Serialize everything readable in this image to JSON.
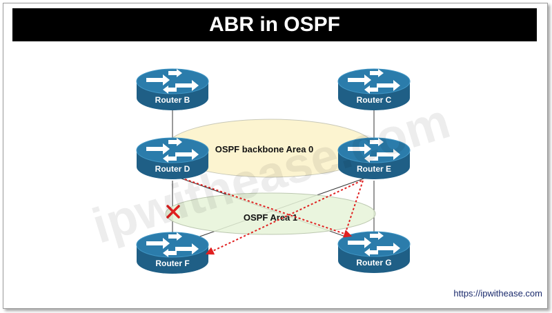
{
  "page": {
    "title": "ABR in OSPF",
    "url": "https://ipwithease.com"
  },
  "watermark": "ipwithease.com",
  "colors": {
    "router_top": "#2a7aa8",
    "router_side": "#1f5f86",
    "router_text": "#ffffff",
    "backbone_fill": "#fbf2c8",
    "area1_fill": "#e6f3d8",
    "dashed_arrow": "#e02020",
    "x_mark": "#e02020"
  },
  "routers": {
    "b": {
      "label": "Router B"
    },
    "c": {
      "label": "Router C"
    },
    "d": {
      "label": "Router D"
    },
    "e": {
      "label": "Router E"
    },
    "f": {
      "label": "Router F"
    },
    "g": {
      "label": "Router G"
    }
  },
  "areas": {
    "backbone": {
      "label": "OSPF backbone Area 0"
    },
    "area1": {
      "label": "OSPF Area 1"
    }
  }
}
